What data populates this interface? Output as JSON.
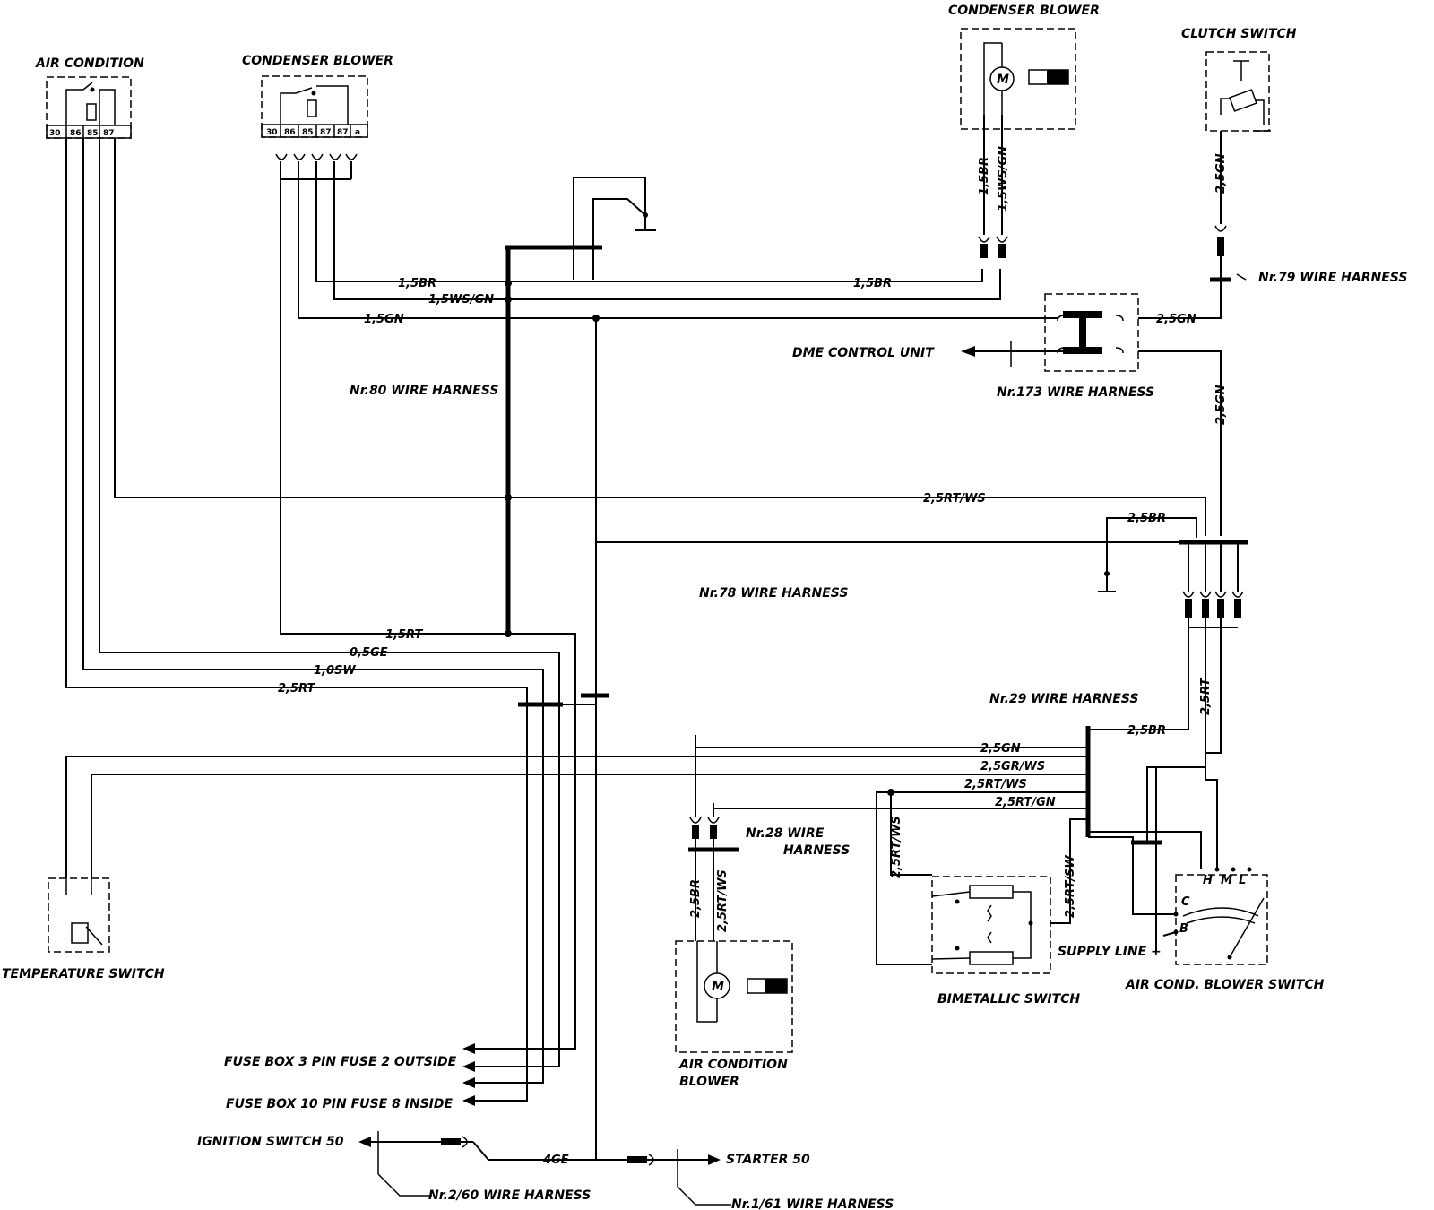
{
  "components": {
    "air_condition": "AIR CONDITION",
    "condenser_blower_left": "CONDENSER BLOWER",
    "condenser_blower_right": "CONDENSER BLOWER",
    "clutch_switch": "CLUTCH SWITCH",
    "dme_control_unit": "DME CONTROL UNIT",
    "temperature_switch": "TEMPERATURE SWITCH",
    "bimetallic_switch": "BIMETALLIC SWITCH",
    "air_cond_blower_switch": "AIR COND. BLOWER SWITCH",
    "air_condition_blower_line1": "AIR CONDITION",
    "air_condition_blower_line2": "BLOWER",
    "supply_line": "SUPPLY LINE +"
  },
  "relay_pins": {
    "air_condition": [
      "30",
      "86",
      "85",
      "87"
    ],
    "condenser": [
      "30",
      "86",
      "85",
      "87",
      "87",
      "a"
    ]
  },
  "switch_pins": {
    "h": "H",
    "m": "M",
    "l": "L",
    "c": "C",
    "b": "B"
  },
  "motor_label": "M",
  "harnesses": {
    "nr80": "Nr.80 WIRE HARNESS",
    "nr173": "Nr.173 WIRE HARNESS",
    "nr79": "Nr.79  WIRE HARNESS",
    "nr78": "Nr.78 WIRE HARNESS",
    "nr29": "Nr.29  WIRE HARNESS",
    "nr28_line1": "Nr.28  WIRE",
    "nr28_line2": "HARNESS",
    "nr2_60": "Nr.2/60  WIRE HARNESS",
    "nr1_61": "Nr.1/61  WIRE HARNESS"
  },
  "destinations": {
    "fuse2": "FUSE BOX 3 PIN FUSE 2 OUTSIDE",
    "fuse8": "FUSE BOX 10 PIN FUSE 8 INSIDE",
    "ignition": "IGNITION SWITCH 50",
    "starter": "STARTER 50"
  },
  "wires": {
    "br_15_a": "1,5BR",
    "br_15_b": "1,5BR",
    "wsgn_15": "1,5WS/GN",
    "gn_15": "1,5GN",
    "br_15_vert": "1,5BR",
    "wsgn_15_vert": "1,5WS/GN",
    "gn_25_top": "2,5GN",
    "gn_25_h": "2,5GN",
    "gn_25_vert": "2,5GN",
    "rtws_25": "2,5RT/WS",
    "br_25_upper": "2,5BR",
    "rt_15": "1,5RT",
    "ge_05": "0,5GE",
    "sw_10": "1,0SW",
    "rt_25": "2,5RT",
    "rt_25_vert": "2,5RT",
    "br_25_lower": "2,5BR",
    "gn_25_low": "2,5GN",
    "grws_25": "2,5GR/WS",
    "rtws_25_low": "2,5RT/WS",
    "rtgn_25": "2,5RT/GN",
    "br_25_blower": "2,5BR",
    "rtws_25_blower": "2,5RT/WS",
    "rtws_25_bimetal": "2,5RT/WS",
    "rtsw_25": "2,5RT/SW",
    "ge_4": "4GE"
  }
}
